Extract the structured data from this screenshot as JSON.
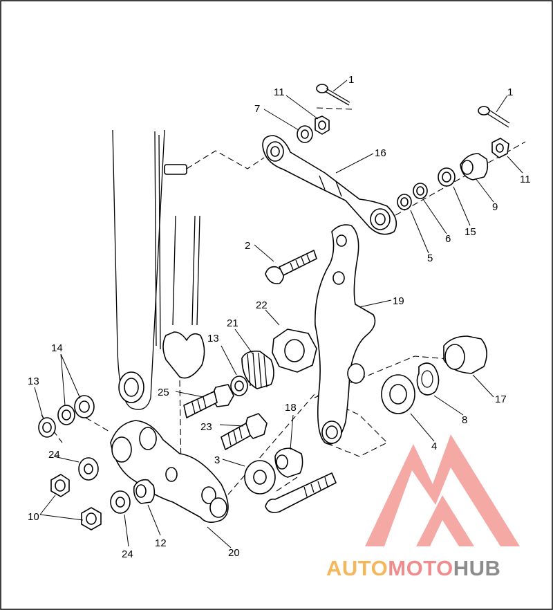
{
  "callouts": [
    "1",
    "1",
    "2",
    "3",
    "4",
    "5",
    "6",
    "7",
    "8",
    "9",
    "10",
    "11",
    "11",
    "12",
    "13",
    "13",
    "14",
    "15",
    "16",
    "17",
    "18",
    "19",
    "20",
    "21",
    "22",
    "23",
    "24",
    "24",
    "25"
  ],
  "watermark": {
    "part1": "AUTO",
    "part2": "MOTO",
    "part3": "HUB",
    "colors": {
      "auto": "#f5b75c",
      "moto": "#f08c8c",
      "hub": "#8c8c8c",
      "logo": "#f4a09c"
    }
  }
}
